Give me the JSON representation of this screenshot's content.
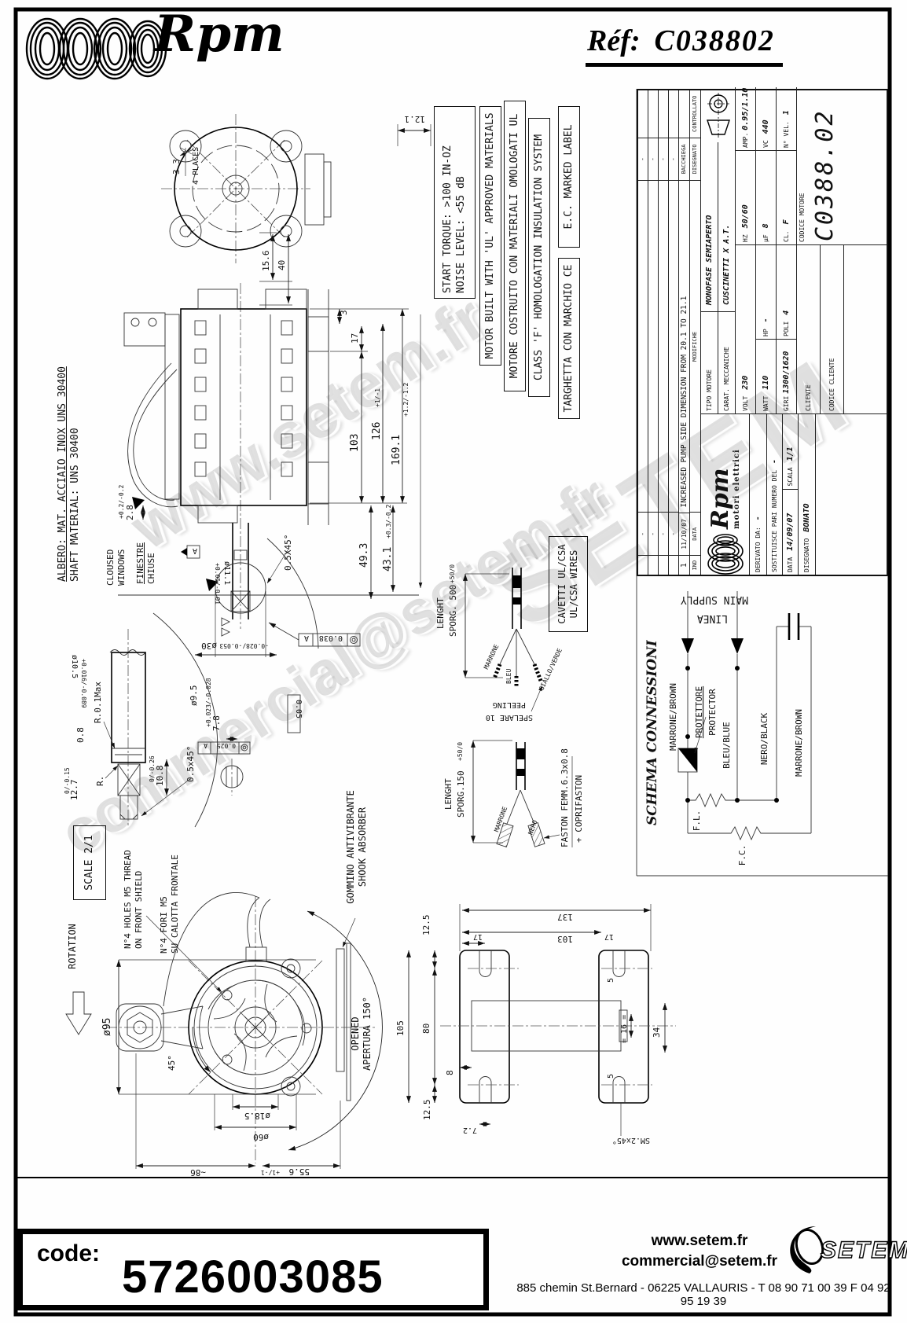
{
  "header": {
    "brand": "Rpm",
    "ref_label": "Réf:",
    "ref_value": "C038802"
  },
  "watermarks": {
    "w1": "www.setem.fr",
    "w2": "SETEM",
    "w3": "commercial@setem.fr"
  },
  "notes": {
    "start_torque": "START TORQUE: >100 IN-OZ",
    "noise": "NOISE LEVEL: <55 dB",
    "ul_en": "MOTOR BUILT WITH 'UL' APPROVED MATERIALS",
    "ul_it": "MOTORE COSTRUITO CON MATERIALI OMOLOGATI UL",
    "classf": "CLASS 'F' HOMOLOGATION INSULATION SYSTEM",
    "targhetta": "TARGHETTA CON MARCHIO CE",
    "ec": "E.C. MARKED LABEL",
    "albero": "ALBERO: MAT. ACCIAIO INOX UNS 30400",
    "shaft": "SHAFT MATERIAL: UNS 30400",
    "cw1": "CLOUSED",
    "cw2": "WINDOWS",
    "fc1": "FINESTRE",
    "fc2": "CHIUSE",
    "scale": "SCALE 2/1",
    "holes_en1": "N°4 HOLES M5 THREAD",
    "holes_en2": "ON FRONT SHIELD",
    "holes_it1": "N°4 FORI M5",
    "holes_it2": "SU CALOTTA FRONTALE",
    "gommino1": "GOMMINO ANTIVIBRANTE",
    "gommino2": "SHOOK ABSORBER",
    "opened1": "OPENED",
    "opened2": "APERTURA 150°",
    "rotation": "ROTATION"
  },
  "cables": {
    "len1a": "LENGHT",
    "len1b": "SPORG. 500",
    "len1t": "+50/0",
    "peeling": "PEELING",
    "spelare": "SPELARE 10",
    "len2a": "LENGHT",
    "len2b": "SPORG.150",
    "len2t": "+50/0",
    "faston": "FASTON FEMM.6.3x0.8",
    "coprifaston": "+ COPRIFASTON",
    "marrone": "MARRONE",
    "bleu": "BLEU",
    "giallo": "GIALLO/VERDE",
    "marrone2": "MARRONE",
    "nero": "NERO"
  },
  "schema": {
    "title": "SCHEMA CONNESSIONI",
    "cavetti1": "CAVETTI UL/CSA",
    "cavetti2": "UL/CSA WIRES",
    "main_supply": "MAIN SUPPLY",
    "linea": "LINEA",
    "brown": "MARRONE/BROWN",
    "protettore": "PROTETTORE",
    "protector": "PROTECTOR",
    "blue": "BLEU/BLUE",
    "black": "NERO/BLACK",
    "brown2": "MARRONE/BROWN",
    "fl": "F.L.",
    "fc": "F.C."
  },
  "dims": {
    "ears": "3.3",
    "places": "4 PLACES",
    "d156": "15.6",
    "d40": "40",
    "d121": "12.1",
    "d3": "3",
    "d17": "17",
    "d103": "103",
    "d126": "126",
    "d126t": "+1/-1",
    "d1691": "169.1",
    "d1691t": "+1.2/-1.2",
    "d493": "49.3",
    "d431": "43.1",
    "d431t": "+0.3/-0.2",
    "d28": "2.8",
    "d28t": "+0.2/-0.2",
    "ch1": "0.5X45°",
    "d30": "ø30",
    "d30t": "-0.028/-0.053",
    "d111": "ø11.1",
    "d111t": "+0.05/-0.01",
    "f1": "0.038",
    "f2": "0.05",
    "f3": "0.025",
    "datumA": "A",
    "d105": "ø10.5",
    "d105t": "+0.016/-0.089",
    "r01": "R.0.1Max",
    "r": "R.",
    "d08": "0.8",
    "d127": "12.7",
    "d127t": "0/-0.15",
    "d108": "10.8",
    "d108t": "0/-0.26",
    "ch2": "0.5x45°",
    "d78": "7.8",
    "d78t": "+0.023/-0.028",
    "d95s": "ø9.5",
    "d95": "ø95",
    "d45": "45°",
    "d185": "ø18.5",
    "d60": "ø60",
    "d86": "~86",
    "d556": "55.6",
    "d556t": "+1/-1",
    "b125a": "12.5",
    "b105": "105",
    "b80": "80",
    "b8": "8",
    "b125b": "12.5",
    "b72": "7.2",
    "b137": "137",
    "b103": "103",
    "b17a": "17",
    "b17b": "17",
    "b5a": "5",
    "b16": "= 16 =",
    "b5b": "5",
    "b34": "34",
    "bsm": "SM.2x45°"
  },
  "titleblock": {
    "rev_headers": {
      "ind": "IND",
      "data": "DATA",
      "modifiche": "MODIFICHE",
      "disegnato": "DISEGNATO",
      "controllato": "CONTROLLATO"
    },
    "rev1": {
      "ind": "1",
      "data": "11/10/07",
      "modifiche": "INCREASED PUMP SIDE DIMENSION FROM 20.1 TO 21.1",
      "disegnato": "BACCHIEGA"
    },
    "dash": "-",
    "tipo_label": "TIPO MOTORE",
    "tipo_value": "MONOFASE SEMIAPERTO",
    "carat_label": "CARAT. MECCANICHE",
    "carat_value": "CUSCINETTI X A.T.",
    "volt_label": "VOLT",
    "volt": "230",
    "hz_label": "HZ",
    "hz": "50/60",
    "amp_label": "AMP.",
    "amp": "0.95/1.10",
    "watt_label": "WATT",
    "watt": "110",
    "hp_label": "HP",
    "hp": "-",
    "uf_label": "µF",
    "uf": "8",
    "vc_label": "VC",
    "vc": "440",
    "giri_label": "GIRI",
    "giri": "1300/1620",
    "poli_label": "POLI",
    "poli": "4",
    "cl_label": "CL.",
    "cl": "F",
    "nvel_label": "N° VEL.",
    "nvel": "1",
    "cliente_label": "CLIENTE",
    "codice_motore_label": "CODICE MOTORE",
    "codice_motore": "C0388.02",
    "codice_cliente_label": "CODICE CLIENTE",
    "brand": "Rpm",
    "brand_sub": "motori elettrici",
    "derivato_label": "DERIVATO DA:",
    "derivato": "-",
    "sostituisce_label": "SOSTITUISCE PARI NUMERO DEL",
    "sostituisce": "-",
    "data_label": "DATA",
    "data": "14/09/07",
    "scala_label": "SCALA",
    "scala": "1/1",
    "disegnato_label": "DISEGNATO",
    "disegnato": "BONATO"
  },
  "footer": {
    "code_label": "code:",
    "code": "5726003085",
    "site": "www.setem.fr",
    "email": "commercial@setem.fr",
    "address": "885 chemin St.Bernard  -  06225 VALLAURIS  -  T 08 90 71 00 39   F 04 92 95 19 39",
    "logo": "SETEM"
  }
}
